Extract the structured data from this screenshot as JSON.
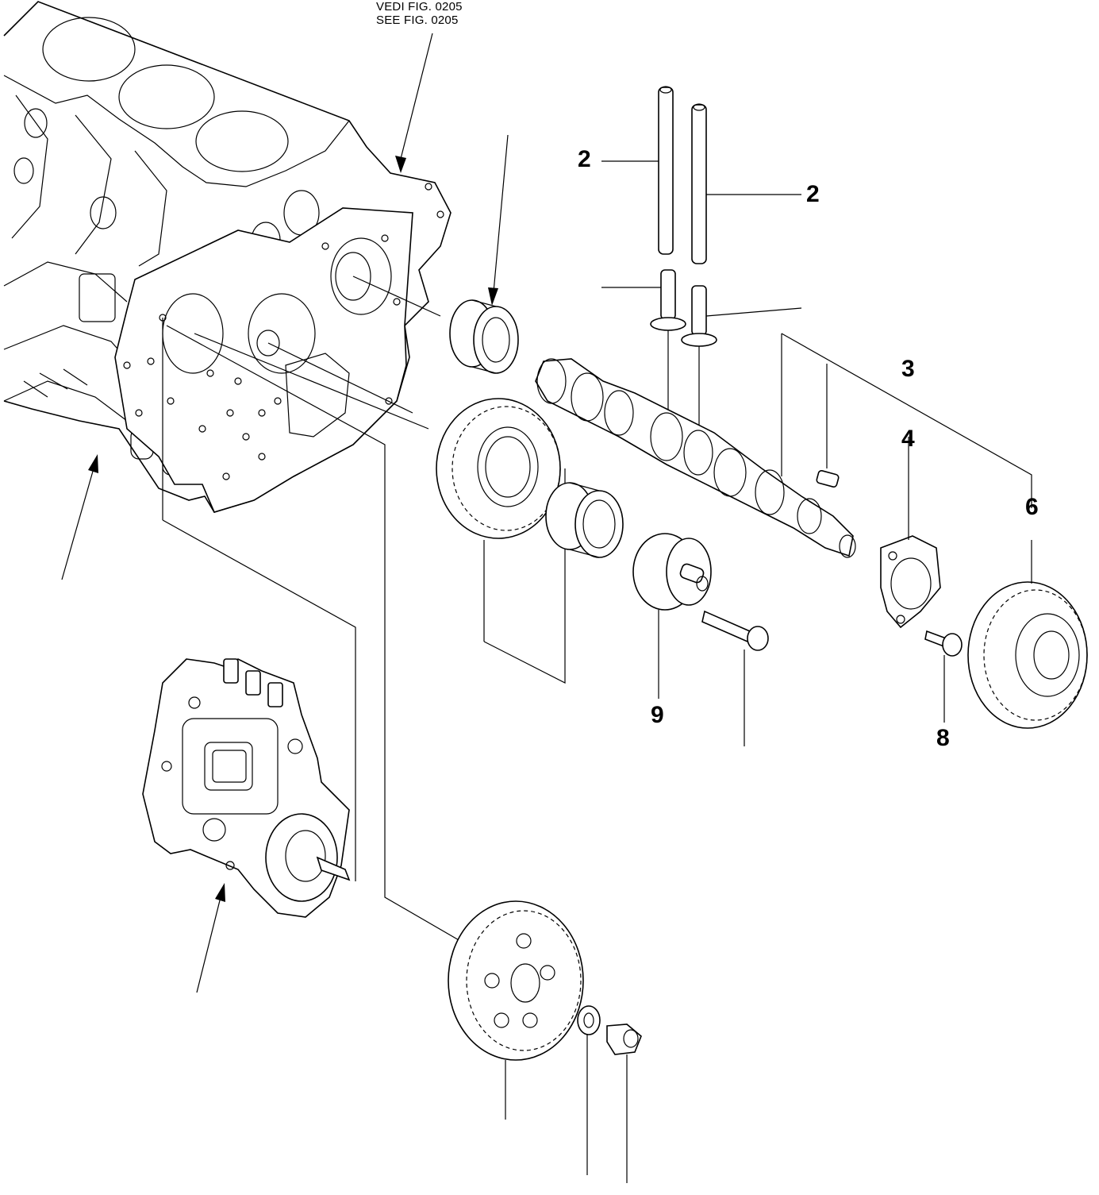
{
  "reference": {
    "line1": "VEDI FIG. 0205",
    "line2": "SEE FIG. 0205"
  },
  "callouts": [
    {
      "id": "c2a",
      "label": "2"
    },
    {
      "id": "c2b",
      "label": "2"
    },
    {
      "id": "c3",
      "label": "3"
    },
    {
      "id": "c4",
      "label": "4"
    },
    {
      "id": "c6",
      "label": "6"
    },
    {
      "id": "c8",
      "label": "8"
    },
    {
      "id": "c9",
      "label": "9"
    }
  ]
}
